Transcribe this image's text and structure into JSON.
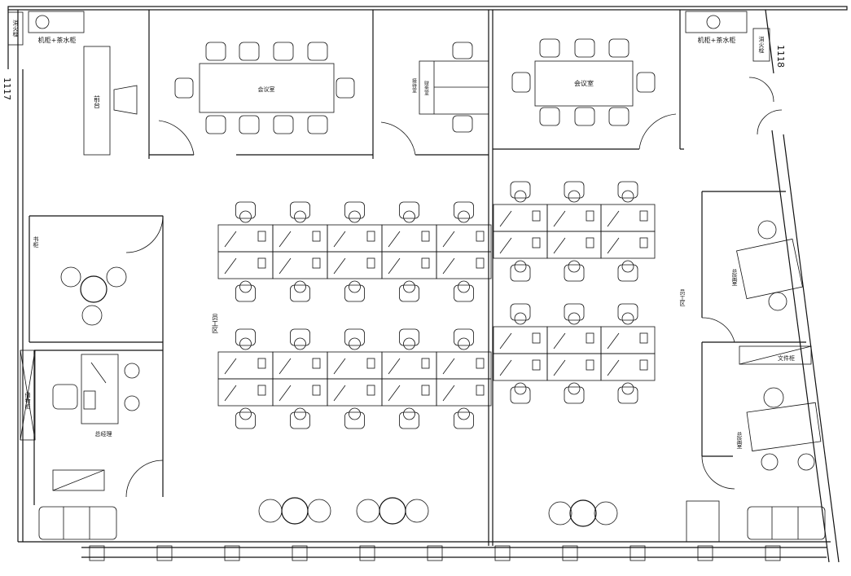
{
  "room_numbers": {
    "left": "1117",
    "right": "1118"
  },
  "labels": {
    "hydrant_left": "消火栓",
    "hydrant_right": "消火栓",
    "cabinet_left": "机柜+茶水柜",
    "cabinet_right": "机柜+茶水柜",
    "reception": "前台",
    "meeting_room_big": "会议室",
    "meeting_room_small": "会议室",
    "finance_room": "财务室",
    "reception_room": "接待室",
    "storage": "储物柜",
    "manager_office": "总经理",
    "staff_area_left": "员工区",
    "staff_area_right": "员工区",
    "dept_office_top": "总监室",
    "dept_office_bottom": "总监室",
    "file_cabinet": "文件柜",
    "bookcase": "书柜"
  },
  "icons": [
    "chair-icon",
    "desk-icon",
    "door-swing-icon",
    "sofa-icon",
    "round-table-icon",
    "window-icon",
    "plant-icon"
  ]
}
